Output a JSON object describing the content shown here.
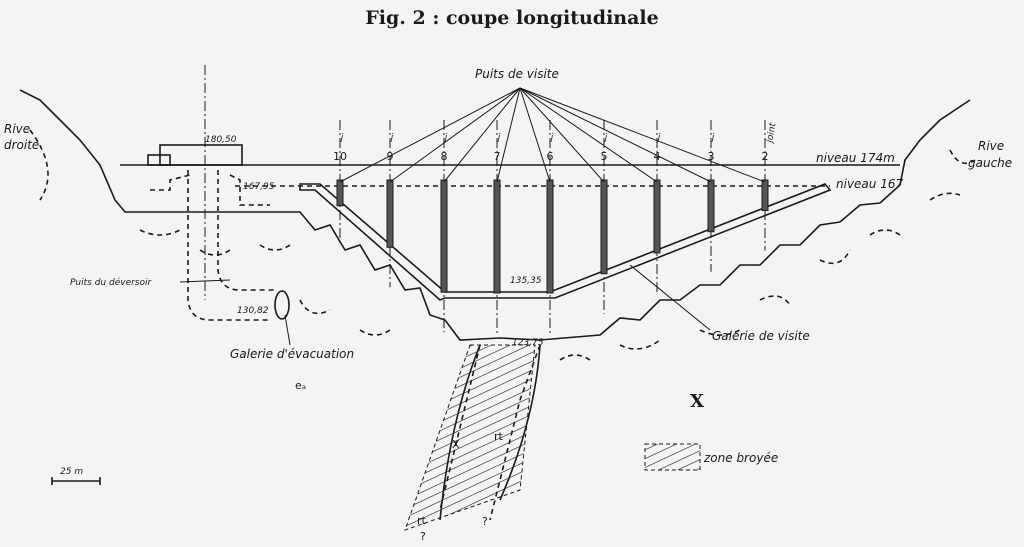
{
  "title": "Fig. 2 : coupe longitudinale",
  "labels": {
    "puits_de_visite": "Puits de visite",
    "rive_droite_1": "Rive",
    "rive_droite_2": "droite",
    "rive_gauche_1": "Rive",
    "rive_gauche_2": "gauche",
    "joint": "joint",
    "niveau_174": "niveau 174m",
    "niveau_167": "niveau 167",
    "puits_deversoir": "Puits du déversoir",
    "galerie_evacuation": "Galerie d'évacuation",
    "galerie_visite": "Galerie de visite",
    "zone_broyee": "zone broyée",
    "scale": "25 m",
    "ea": "eₐ",
    "x_right": "X",
    "x_fault": "X",
    "rt_1": "rt",
    "rt_2": "rt",
    "q_1": "?",
    "q_2": "?"
  },
  "elevations": {
    "e180": "180,50",
    "e167": "167,95",
    "e135": "135,35",
    "e123": "123,75",
    "e130": "130,82"
  },
  "piers": [
    "10",
    "9",
    "8",
    "7",
    "6",
    "5",
    "4",
    "3",
    "2"
  ],
  "joint_mark": "j"
}
